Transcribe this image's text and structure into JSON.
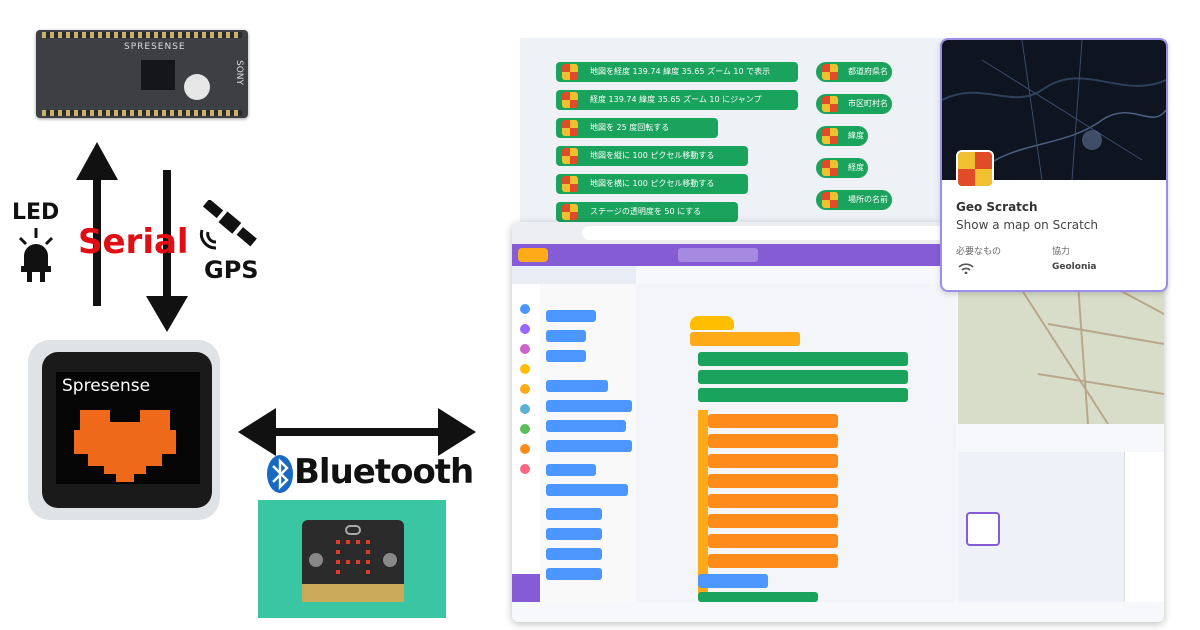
{
  "board": {
    "brand": "SPRESENSE",
    "maker": "SONY"
  },
  "labels": {
    "led": "LED",
    "serial": "Serial",
    "gps": "GPS",
    "bluetooth": "Bluetooth"
  },
  "device": {
    "screen_text": "Spresense"
  },
  "geo_card": {
    "title": "Geo Scratch",
    "subtitle": "Show a map on Scratch",
    "required_label": "必要なもの",
    "collab_label": "協力",
    "collab_value": "Geolonia"
  },
  "blocks": {
    "b1": "地図を経度 139.74 緯度 35.65 ズーム 10 で表示",
    "b2": "経度 139.74 緯度 35.65 ズーム 10 にジャンプ",
    "b3": "地図を 25 度回転する",
    "b4": "地図を縦に 100 ピクセル移動する",
    "b5": "地図を横に 100 ピクセル移動する",
    "b6": "ステージの透明度を 50 にする",
    "r1": "都道府県名",
    "r2": "市区町村名",
    "r3": "緯度",
    "r4": "経度",
    "r5": "場所の名前"
  },
  "colors": {
    "serial": "#e00d12",
    "block": "#1aa35c",
    "scratch_purple": "#855cd6",
    "microbit_bg": "#3bc6a3"
  }
}
